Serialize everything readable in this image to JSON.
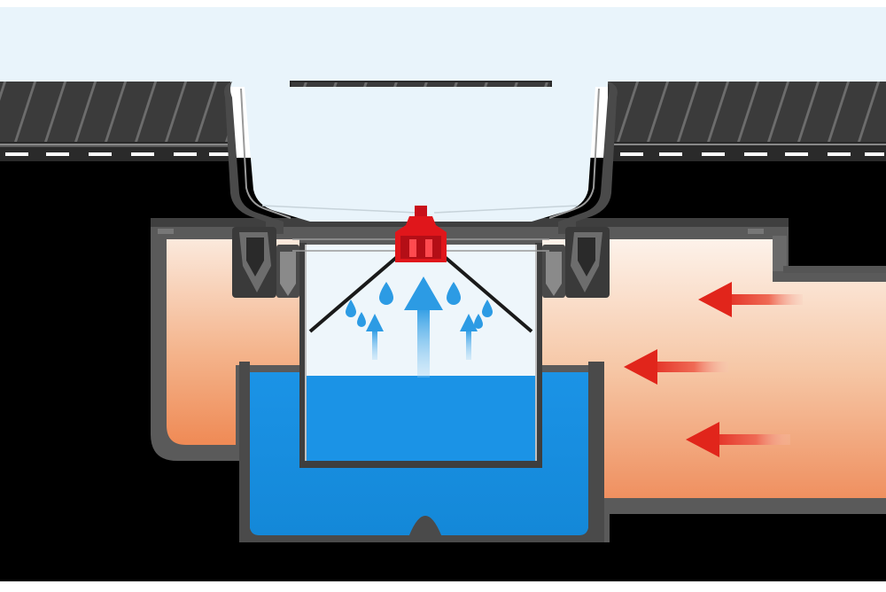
{
  "diagram": {
    "type": "drain-trap-cross-section",
    "labels": [],
    "components": [
      "floor-grating-left",
      "floor-grating-center",
      "floor-grating-right",
      "drain-funnel-left",
      "drain-funnel-right",
      "seal-gasket-left",
      "seal-gasket-right",
      "red-valve-cap",
      "inner-cup",
      "water-trap",
      "drain-body",
      "outlet-pipe",
      "flow-arrows",
      "evaporation-arrows"
    ],
    "colors": {
      "background": "#ffffff",
      "sky": "#e9f4fb",
      "slab": "#000000",
      "grating": "#3a3a3a",
      "housing": "#2f2f2f",
      "water": "#1a8ee0",
      "warm_fill": "#f4b48c",
      "valve": "#e0161b",
      "flow_arrow": "#e1251b",
      "vapor_arrow": "#2c9be4"
    },
    "flow_direction": "right-to-left",
    "flow_arrow_count": 3,
    "vapor_arrow_count": 3,
    "droplet_count": 6
  }
}
